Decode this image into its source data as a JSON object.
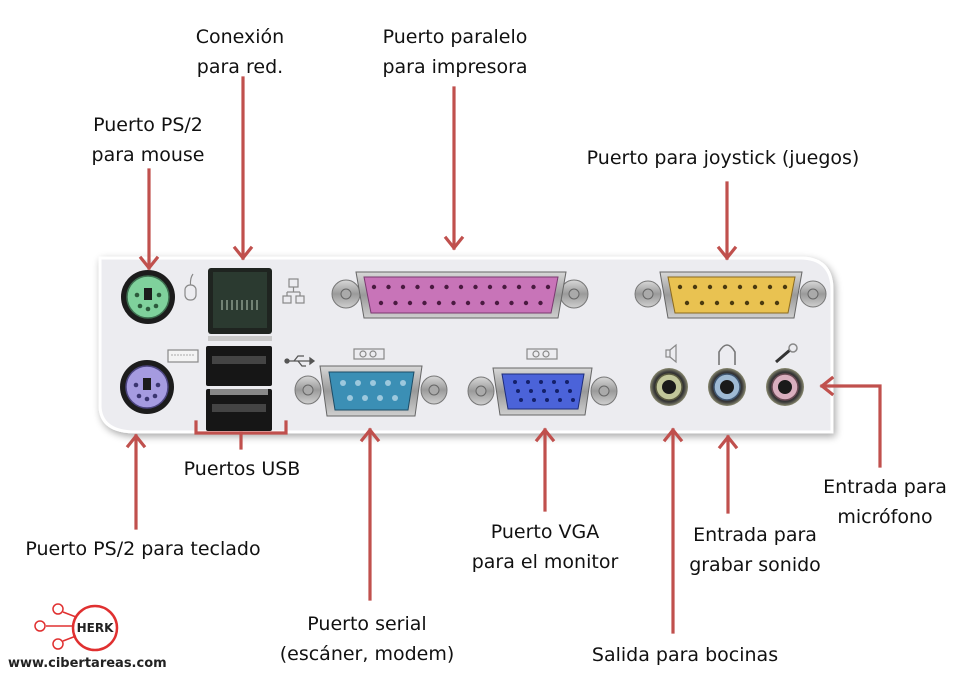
{
  "title": "Puertos del panel trasero de la computadora",
  "colors": {
    "arrow": "#c0504d",
    "ps2_mouse": "#6fcf97",
    "ps2_keyboard": "#9b8fe0",
    "parallel": "#c86fb4",
    "serial": "#3d8fb3",
    "vga": "#4a62d8",
    "game": "#e8c04a",
    "audio_out": "#b8c08a",
    "audio_in": "#8fb0cf",
    "mic": "#d9a8b8",
    "panel": "#ececf0"
  },
  "labels": {
    "ps2_mouse": [
      "Puerto PS/2",
      "para mouse"
    ],
    "network": [
      "Conexión",
      "para red."
    ],
    "parallel": [
      "Puerto paralelo",
      "para impresora"
    ],
    "joystick": [
      "Puerto para joystick (juegos)"
    ],
    "ps2_keyboard": [
      "Puerto PS/2 para teclado"
    ],
    "usb": [
      "Puertos USB"
    ],
    "serial": [
      "Puerto serial",
      "(escáner, modem)"
    ],
    "vga": [
      "Puerto VGA",
      "para el monitor"
    ],
    "speakers": [
      "Salida para bocinas"
    ],
    "line_in": [
      "Entrada para",
      "grabar sonido"
    ],
    "mic": [
      "Entrada para",
      "micrófono"
    ]
  },
  "icons": {
    "mouse": "mouse-icon",
    "keyboard": "keyboard-icon",
    "network": "network-icon",
    "usb": "usb-icon",
    "serial": "serial-port-icon",
    "vga": "vga-port-icon",
    "speaker": "speaker-icon",
    "headphones": "headphones-icon",
    "microphone": "microphone-icon"
  },
  "logo": {
    "text": "HERK",
    "url": "www.cibertareas.com"
  }
}
